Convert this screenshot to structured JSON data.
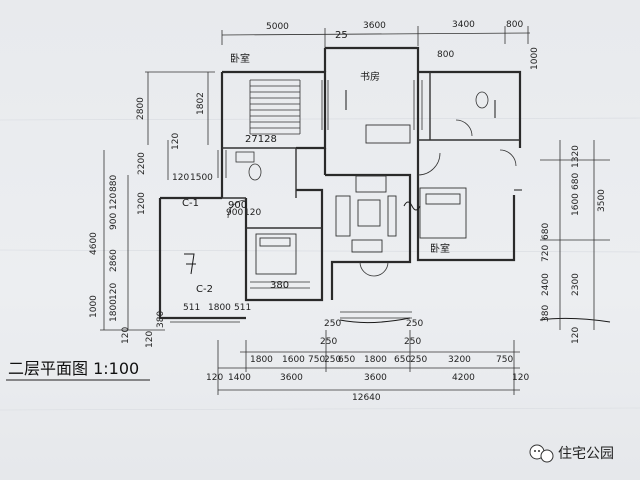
{
  "drawing": {
    "title": "二层平面图 1:100",
    "watermark_text": "住宅公园",
    "watermark_icon": "chat-bubble-icon"
  },
  "top_dims": [
    "5000",
    "3600",
    "3400",
    "800"
  ],
  "top_sub_dims": [
    "800"
  ],
  "bottom_dims_row1": [
    "1800",
    "1600",
    "750",
    "250",
    "650",
    "1800",
    "650",
    "250",
    "3200",
    "750"
  ],
  "bottom_dims_row2": [
    "120",
    "1400",
    "3600",
    "3600",
    "4200",
    "120"
  ],
  "bottom_total": "12640",
  "bottom_small": [
    "250",
    "250",
    "250",
    "250"
  ],
  "left_dims": [
    "2800",
    "1802",
    "120",
    "2200",
    "880",
    "1200",
    "120",
    "900",
    "4600",
    "2860",
    "120",
    "1800",
    "1000",
    "120",
    "380",
    "120"
  ],
  "left_horiz_dims": [
    "120",
    "1500",
    "900",
    "120",
    "511",
    "1800",
    "511"
  ],
  "right_dims": [
    "1320",
    "680",
    "1600",
    "680",
    "720",
    "3500",
    "2400",
    "2300",
    "380",
    "120"
  ],
  "room_labels": {
    "stair_note": "卧室",
    "study_note": "书房",
    "bath_note": "27128",
    "mid_note": "900",
    "bed_note": "卧室",
    "c1": "C-1",
    "c2": "C-2",
    "bottom_note": "380"
  },
  "top_right_dim": "1000"
}
